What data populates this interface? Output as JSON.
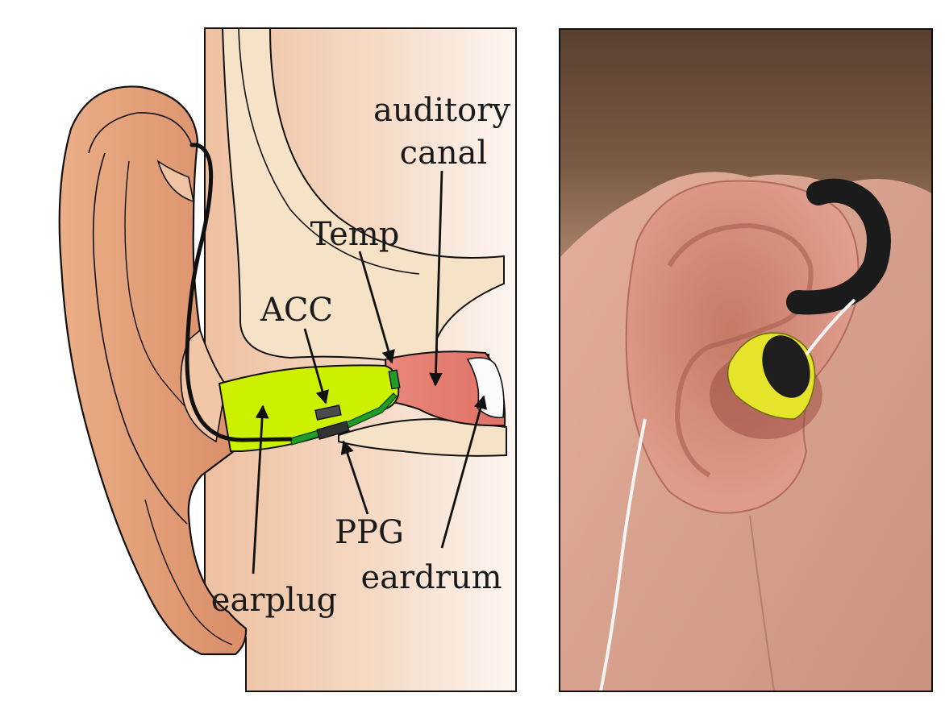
{
  "labels": {
    "auditory_line1": "auditory",
    "auditory_line2": "canal",
    "temp": "Temp",
    "acc": "ACC",
    "earplug": "earplug",
    "ppg": "PPG",
    "eardrum": "eardrum"
  },
  "colors": {
    "outer_ear": "#e5a47f",
    "skin_panel": "#f2cfb6",
    "bone": "#f6e2c6",
    "canal": "#e47f72",
    "earplug": "#cdf000",
    "pcb": "#1f9d26",
    "sensor": "#3c3c3c",
    "cable": "#101010"
  }
}
